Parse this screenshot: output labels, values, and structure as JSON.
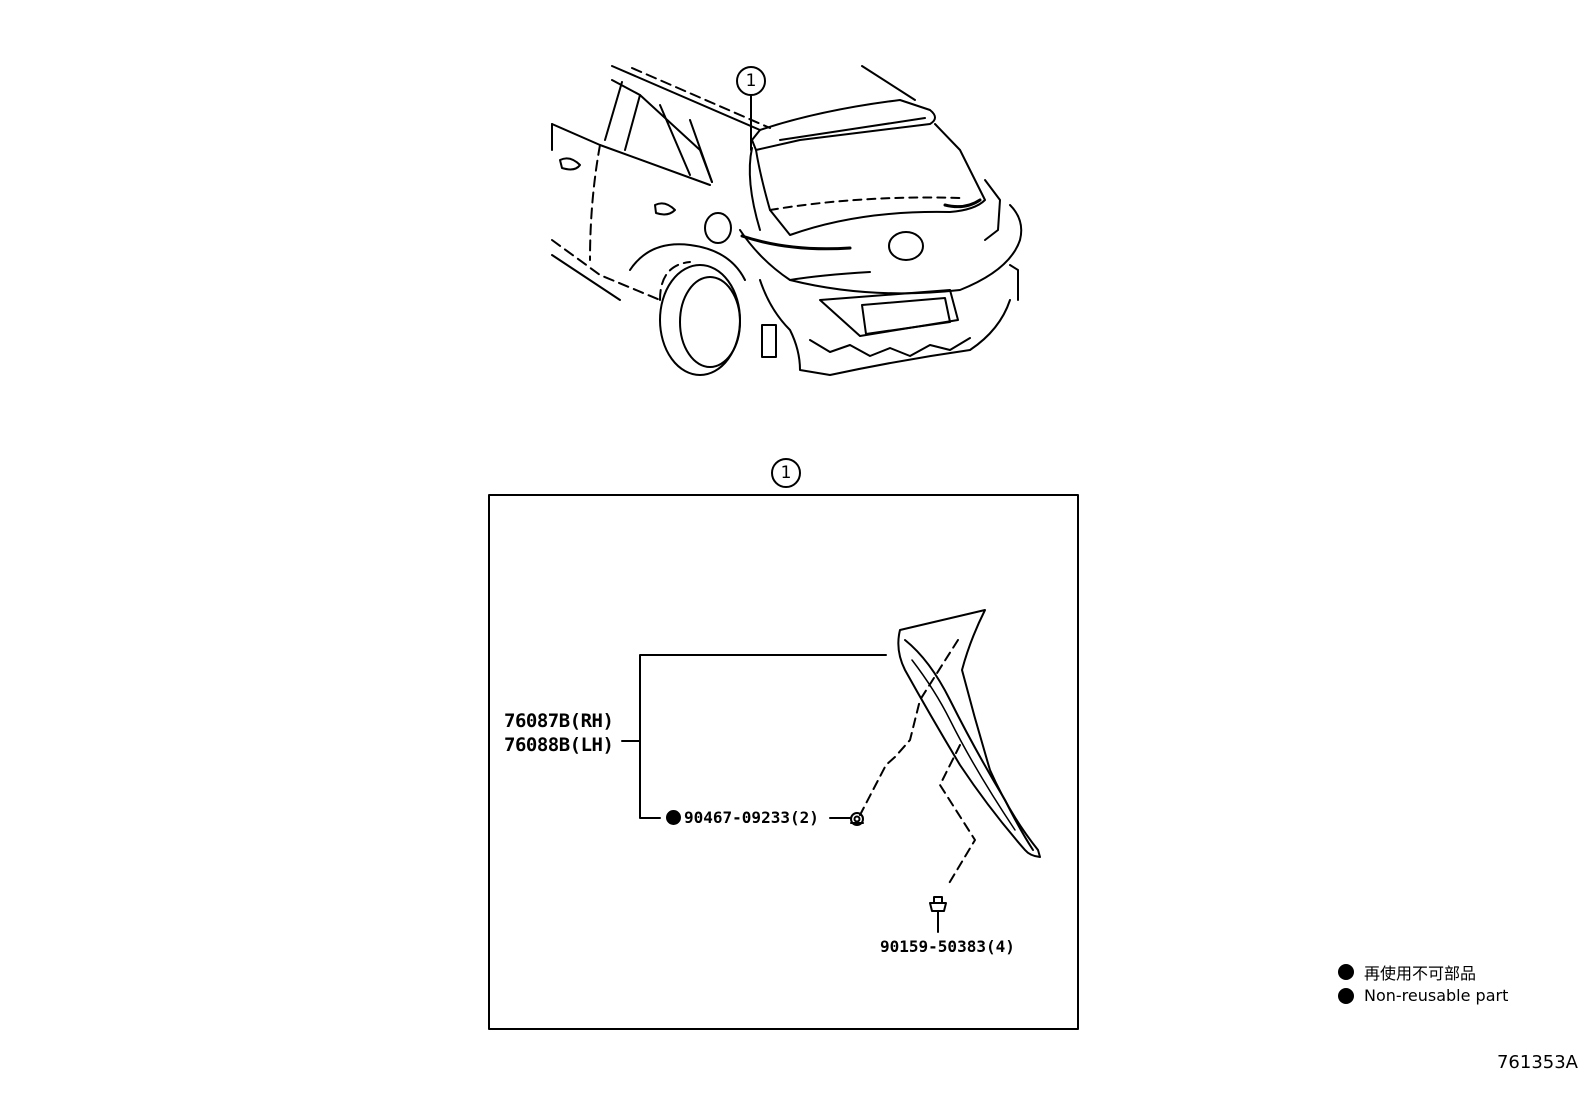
{
  "callouts": {
    "top": "1",
    "box": "1"
  },
  "parts": {
    "garnish_rh": "76087B(RH)",
    "garnish_lh": "76088B(LH)",
    "clip": "90467-09233(2)",
    "screw": "90159-50383(4)"
  },
  "legend": {
    "line_jp": "再使用不可部品",
    "line_en": "Non-reusable part"
  },
  "diagram_id": "761353A",
  "icons": [
    "non-reusable-dot-icon",
    "clip-icon",
    "screw-icon"
  ]
}
